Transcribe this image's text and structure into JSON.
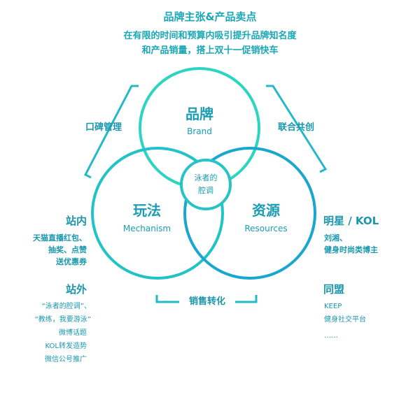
{
  "header": {
    "title": "品牌主张&产品卖点",
    "subtitle_line1": "在有限的时间和预算内吸引提升品牌知名度",
    "subtitle_line2": "和产品销量，搭上双十一促销快车"
  },
  "circles": {
    "brand": {
      "title": "品牌",
      "subtitle": "Brand"
    },
    "mechanism": {
      "title": "玩法",
      "subtitle": "Mechanism"
    },
    "resources": {
      "title": "资源",
      "subtitle": "Resources"
    },
    "center": {
      "line1": "泳者的",
      "line2": "腔调"
    }
  },
  "connectors": {
    "left": "口碑管理",
    "right": "联合共创",
    "bottom": "销售转化"
  },
  "left_panel": {
    "onsite": {
      "heading": "站内",
      "items": [
        "天猫直播红包、",
        "抽奖、点赞",
        "送优惠券"
      ]
    },
    "offsite": {
      "heading": "站外",
      "items": [
        "“泳者的腔调”、",
        "“教练，我要游泳”",
        "微博话题",
        "KOL转发造势",
        "微信公号推广"
      ]
    }
  },
  "right_panel": {
    "celebrity": {
      "heading": "明星 / KOL",
      "items": [
        "刘湘、",
        "健身时尚类博主"
      ]
    },
    "alliance": {
      "heading": "同盟",
      "items": [
        "KEEP",
        "健身社交平台",
        "……"
      ]
    }
  },
  "colors": {
    "text": "#1a97ad",
    "brand_ring": "#2dd4c2",
    "mechanism_ring": "#22c3c6",
    "resources_ring": "#1aa7cf",
    "bracket": "#25b8c9"
  }
}
